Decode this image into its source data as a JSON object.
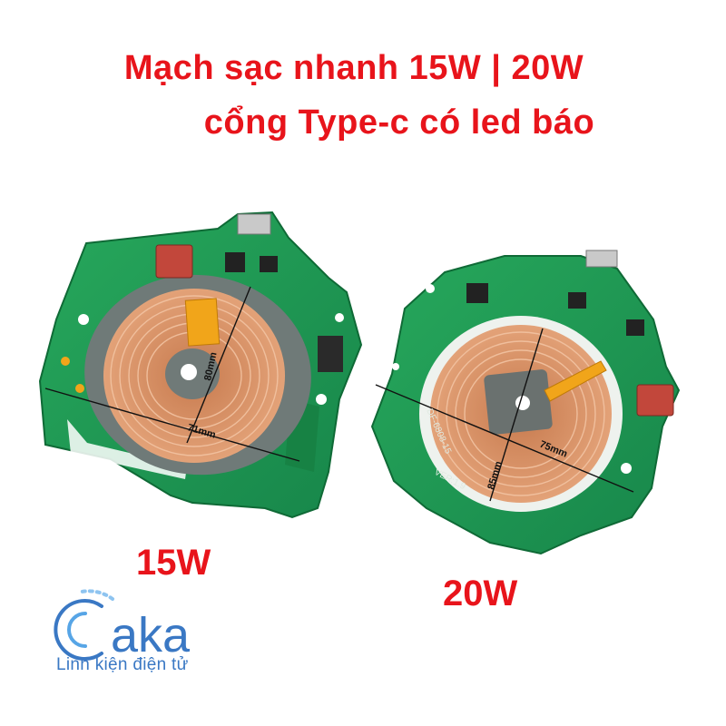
{
  "title": {
    "line1": "Mạch sạc nhanh 15W | 20W",
    "line2": "cổng Type-c có led báo"
  },
  "boards": [
    {
      "label": "15W",
      "dims": [
        "80mm",
        "71mm"
      ]
    },
    {
      "label": "20W",
      "dims": [
        "85mm",
        "75mm"
      ],
      "silkscreen": [
        "DF-6808-15",
        "VER:1.9"
      ]
    }
  ],
  "logo": {
    "brand": "aka",
    "tagline": "Linh kiện điện tử",
    "color": "#3a78c4"
  },
  "colors": {
    "title": "#e8141b",
    "pcb": "#1f9a54",
    "coil": "#d88a5c"
  }
}
